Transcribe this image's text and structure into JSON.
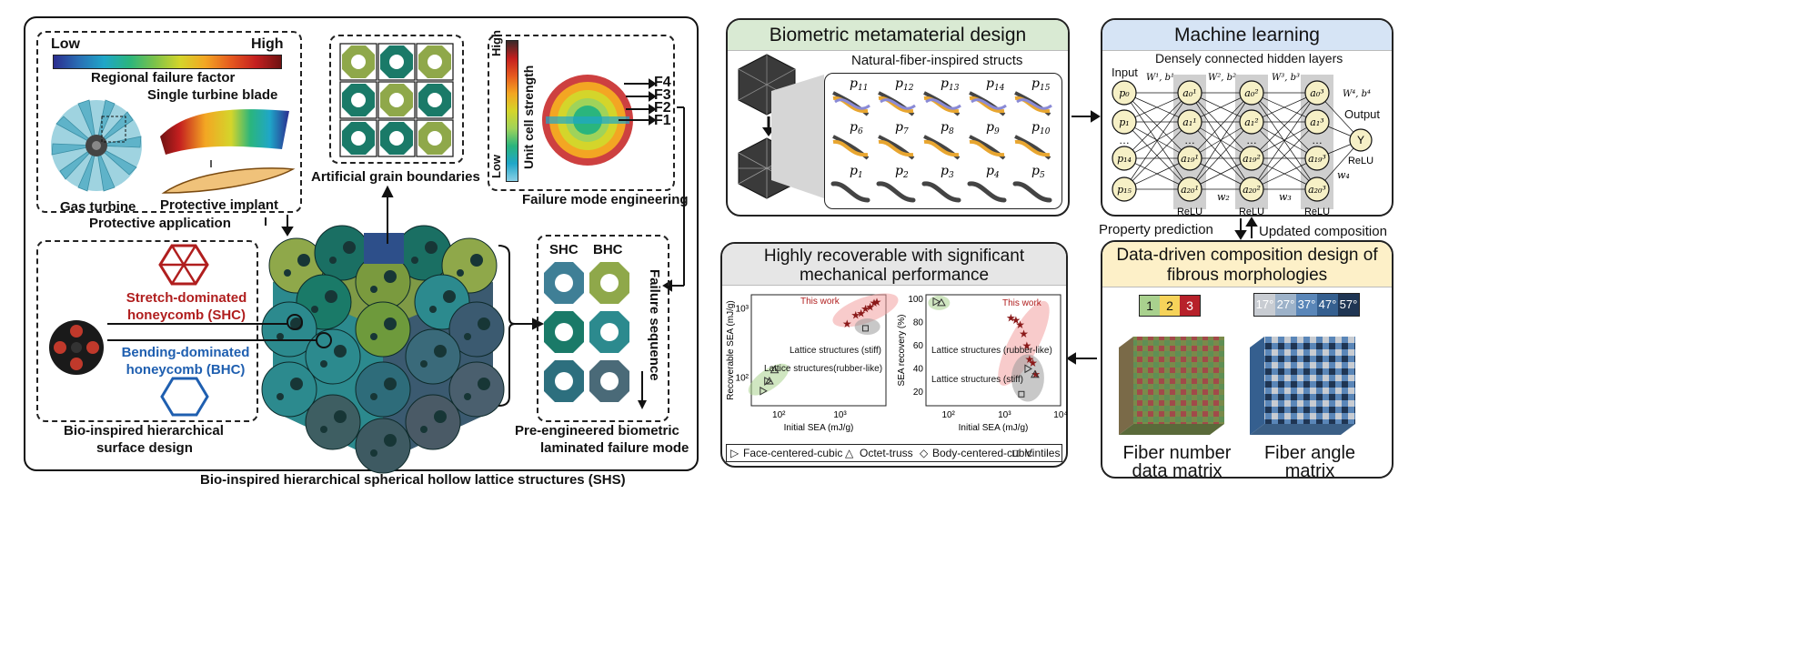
{
  "left": {
    "colorbar": {
      "low": "Low",
      "high": "High",
      "caption": "Regional failure factor"
    },
    "turbine": {
      "blade": "Single turbine blade",
      "gas": "Gas turbine",
      "implant": "Protective implant",
      "footer": "Protective application"
    },
    "grain": {
      "caption": "Artificial grain boundaries"
    },
    "failure_mode": {
      "high": "High",
      "low": "Low",
      "axis": "Unit cell strength",
      "f4": "F4",
      "f3": "F3",
      "f2": "F2",
      "f1": "F1",
      "caption": "Failure mode engineering"
    },
    "surface": {
      "shc": "Stretch-dominated honeycomb (SHC)",
      "bhc": "Bending-dominated honeycomb (BHC)",
      "caption_1": "Bio-inspired hierarchical",
      "caption_2": "surface design"
    },
    "laminated": {
      "shc": "SHC",
      "bhc": "BHC",
      "sequence": "Failure sequence",
      "caption_1": "Pre-engineered biometric",
      "caption_2": "laminated failure mode"
    },
    "footer": "Bio-inspired hierarchical spherical hollow lattice structures (SHS)"
  },
  "biometric": {
    "title": "Biometric metamaterial design",
    "subtitle": "Natural-fiber-inspired structs",
    "row1": [
      "p11",
      "p12",
      "p13",
      "p14",
      "p15"
    ],
    "row2": [
      "p6",
      "p7",
      "p8",
      "p9",
      "p10"
    ],
    "row3": [
      "p1",
      "p2",
      "p3",
      "p4",
      "p5"
    ]
  },
  "ml": {
    "title": "Machine learning",
    "subtitle": "Densely connected hidden layers",
    "input": "Input",
    "output": "Output",
    "y": "Y",
    "relu": "ReLU",
    "weights": [
      "W¹, b¹",
      "W², b²",
      "W³, b³",
      "W⁴, b⁴"
    ],
    "w_small": [
      "w₂",
      "w₃",
      "w₄"
    ],
    "inputs": [
      "p₀",
      "p₁",
      "…",
      "p₁₄",
      "p₁₅"
    ],
    "layer1": [
      "a₀¹",
      "a₁¹",
      "…",
      "a₁₉¹",
      "a₂₀¹"
    ],
    "layer2": [
      "a₀²",
      "a₁²",
      "…",
      "a₁₉²",
      "a₂₀²"
    ],
    "layer3": [
      "a₀³",
      "a₁³",
      "…",
      "a₁₉³",
      "a₂₀³"
    ],
    "property_prediction": "Property prediction",
    "updated_composition": "Updated composition"
  },
  "recoverable": {
    "title_1": "Highly recoverable with significant",
    "title_2": "mechanical performance",
    "legend": [
      "Face-centered-cubic",
      "Octet-truss",
      "Body-centered-cubic",
      "Vintiles"
    ]
  },
  "composition": {
    "title_1": "Data-driven composition design of",
    "title_2": "fibrous morphologies",
    "numbers": [
      "1",
      "2",
      "3"
    ],
    "angles": [
      "17°",
      "27°",
      "37°",
      "47°",
      "57°"
    ],
    "number_caption_1": "Fiber number",
    "number_caption_2": "data matrix",
    "angle_caption_1": "Fiber angle",
    "angle_caption_2": "matrix"
  },
  "chart_data": [
    {
      "type": "scatter",
      "xlabel": "Initial SEA (mJ/g)",
      "ylabel": "Recoverable SEA (mJ/g)",
      "x_scale": "log",
      "y_scale": "log",
      "xticks": [
        "10²",
        "10³"
      ],
      "yticks": [
        "10²",
        "10³"
      ],
      "annotations": [
        "This work",
        "Lattice structures (stiff)",
        "Lattice structures(rubber-like)"
      ],
      "series": [
        {
          "name": "This work",
          "x": [
            1300,
            1800,
            2200,
            2600,
            3100,
            3600,
            4000
          ],
          "y": [
            600,
            800,
            850,
            1000,
            1050,
            1200,
            1250
          ]
        },
        {
          "name": "Face-centered-cubic",
          "x": [
            55,
            65
          ],
          "y": [
            65,
            90
          ]
        },
        {
          "name": "Octet-truss",
          "x": [
            70,
            85
          ],
          "y": [
            90,
            130
          ]
        },
        {
          "name": "Vintiles",
          "x": [
            2600
          ],
          "y": [
            520
          ]
        }
      ]
    },
    {
      "type": "scatter",
      "xlabel": "Initial SEA (mJ/g)",
      "ylabel": "SEA recovery (%)",
      "x_scale": "log",
      "xticks": [
        "10²",
        "10³",
        "10⁴"
      ],
      "yticks": [
        "20",
        "40",
        "60",
        "80",
        "100"
      ],
      "annotations": [
        "This work",
        "Lattice structures (rubber-like)",
        "Lattice structures (stiff)"
      ],
      "series": [
        {
          "name": "This work",
          "x": [
            1300,
            1600,
            1900,
            2200,
            2500,
            2800,
            3200,
            3600
          ],
          "y": [
            84,
            82,
            78,
            70,
            60,
            48,
            45,
            35
          ]
        },
        {
          "name": "Face-centered-cubic",
          "x": [
            60,
            2600
          ],
          "y": [
            98,
            40
          ]
        },
        {
          "name": "Octet-truss",
          "x": [
            75,
            3500
          ],
          "y": [
            97,
            35
          ]
        },
        {
          "name": "Vintiles",
          "x": [
            2000
          ],
          "y": [
            18
          ]
        }
      ]
    }
  ],
  "colors": {
    "green_header": "#d9ead3",
    "blue_header": "#d6e4f5",
    "grey_header": "#e6e6e6",
    "yellow_header": "#fdf0c8",
    "red_text": "#b01e1e",
    "blue_text": "#1f5fb0",
    "this_work": "#8b1a1a"
  }
}
